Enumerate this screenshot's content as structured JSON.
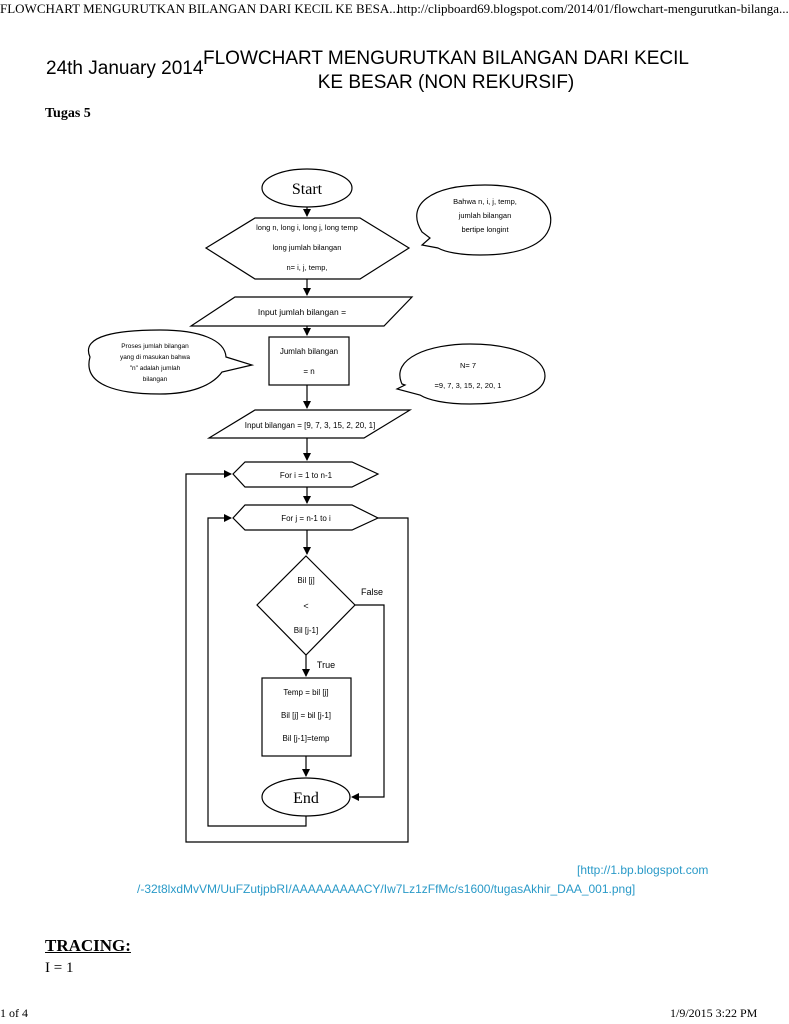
{
  "header": {
    "page_title": "FLOWCHART MENGURUTKAN BILANGAN DARI KECIL KE BESA...",
    "url": "http://clipboard69.blogspot.com/2014/01/flowchart-mengurutkan-bilanga..."
  },
  "post": {
    "date": "24th January 2014",
    "title_line1": "FLOWCHART MENGURUTKAN BILANGAN DARI KECIL",
    "title_line2": "KE BESAR (NON REKURSIF)",
    "subtitle": "Tugas 5"
  },
  "flowchart": {
    "start": "Start",
    "decl_line1": "long n, long i, long j, long temp",
    "decl_line2": "long jumlah bilangan",
    "decl_line3": "n= i, j, temp,",
    "callout_types_line1": "Bahwa n, i, j, temp,",
    "callout_types_line2": "jumlah bilangan",
    "callout_types_line3": "bertipe longint",
    "input_count": "Input jumlah bilangan =",
    "process_line1": "Jumlah bilangan",
    "process_line2": "= n",
    "callout_process_line1": "Proses jumlah bilangan",
    "callout_process_line2": "yang di masukan bahwa",
    "callout_process_line3": "\"n\" adalah jumlah",
    "callout_process_line4": "bilangan",
    "callout_n_line1": "N= 7",
    "callout_n_line2": "=9, 7, 3, 15, 2, 20, 1",
    "input_values": "Input bilangan = [9, 7, 3, 15, 2, 20, 1]",
    "loop_i": "For i = 1 to n-1",
    "loop_j": "For j = n-1 to i",
    "cond_line1": "Bil [j]",
    "cond_line2": "<",
    "cond_line3": "Bil [j-1]",
    "false_label": "False",
    "true_label": "True",
    "swap_line1": "Temp = bil [j]",
    "swap_line2": "Bil [j] = bil [j-1]",
    "swap_line3": "Bil [j-1]=temp",
    "end": "End"
  },
  "image_link": {
    "line1": "[http://1.bp.blogspot.com",
    "line2": "/-32t8lxdMvVM/UuFZutjpbRI/AAAAAAAAACY/Iw7Lz1zFfMc/s1600/tugasAkhir_DAA_001.png]"
  },
  "tracing": {
    "heading": "TRACING:",
    "line1": "I = 1"
  },
  "footer": {
    "page": "1 of 4",
    "datetime": "1/9/2015 3:22 PM"
  }
}
